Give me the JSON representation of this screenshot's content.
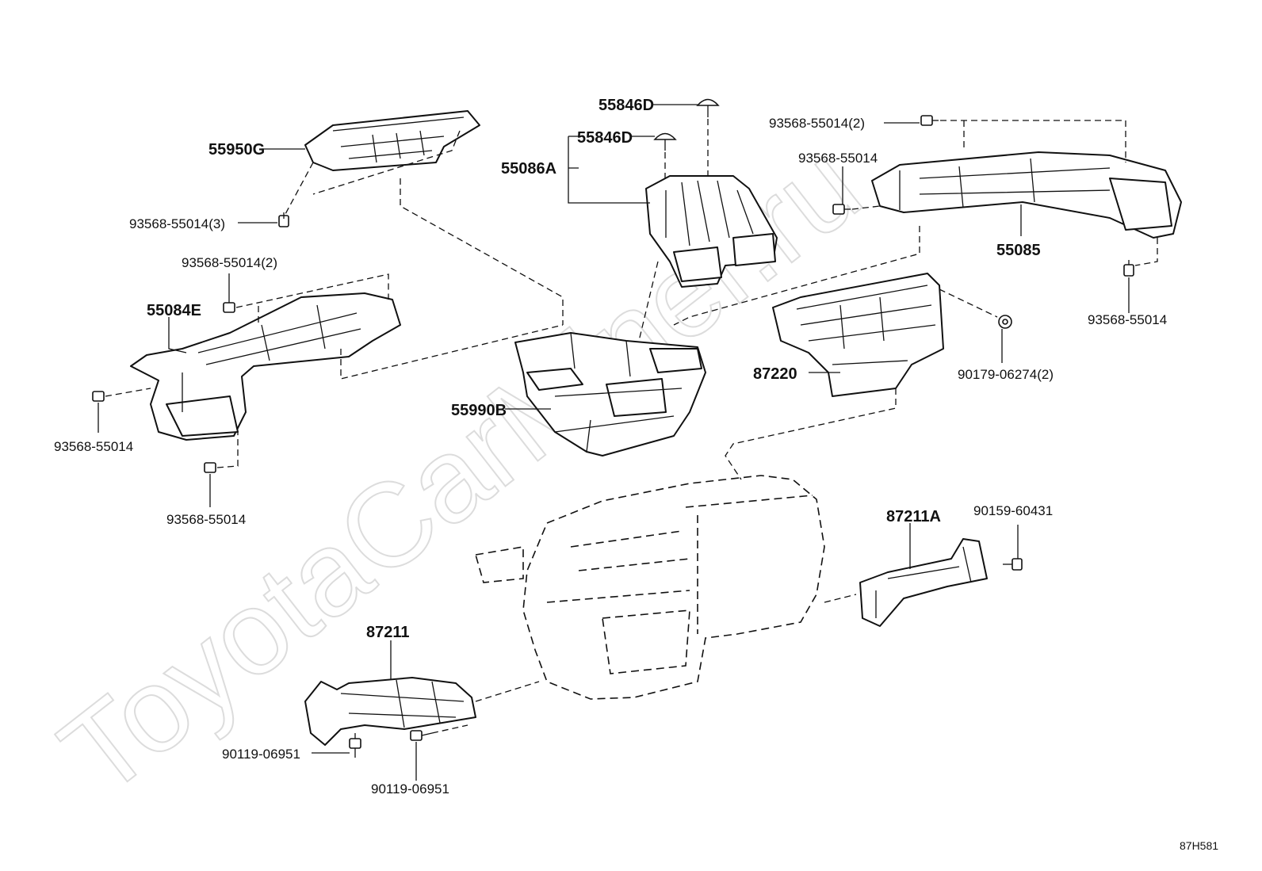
{
  "diagram_id": "87H581",
  "watermark": "ToyotaCarMiner.ru",
  "labels": {
    "p55950G": "55950G",
    "p93568_3": "93568-55014(3)",
    "p55846D_a": "55846D",
    "p55846D_b": "55846D",
    "p55086A": "55086A",
    "p93568_2_top": "93568-55014(2)",
    "p93568_r1": "93568-55014",
    "p55085": "55085",
    "p93568_r2": "93568-55014",
    "p93568_2_left": "93568-55014(2)",
    "p55084E": "55084E",
    "p93568_l1": "93568-55014",
    "p93568_l2": "93568-55014",
    "p55990B": "55990B",
    "p87220": "87220",
    "p90179": "90179-06274(2)",
    "p87211A": "87211A",
    "p90159": "90159-60431",
    "p87211": "87211",
    "p90119_a": "90119-06951",
    "p90119_b": "90119-06951"
  },
  "colors": {
    "line": "#111111",
    "background": "#ffffff",
    "watermark": "#dcdcdc"
  }
}
